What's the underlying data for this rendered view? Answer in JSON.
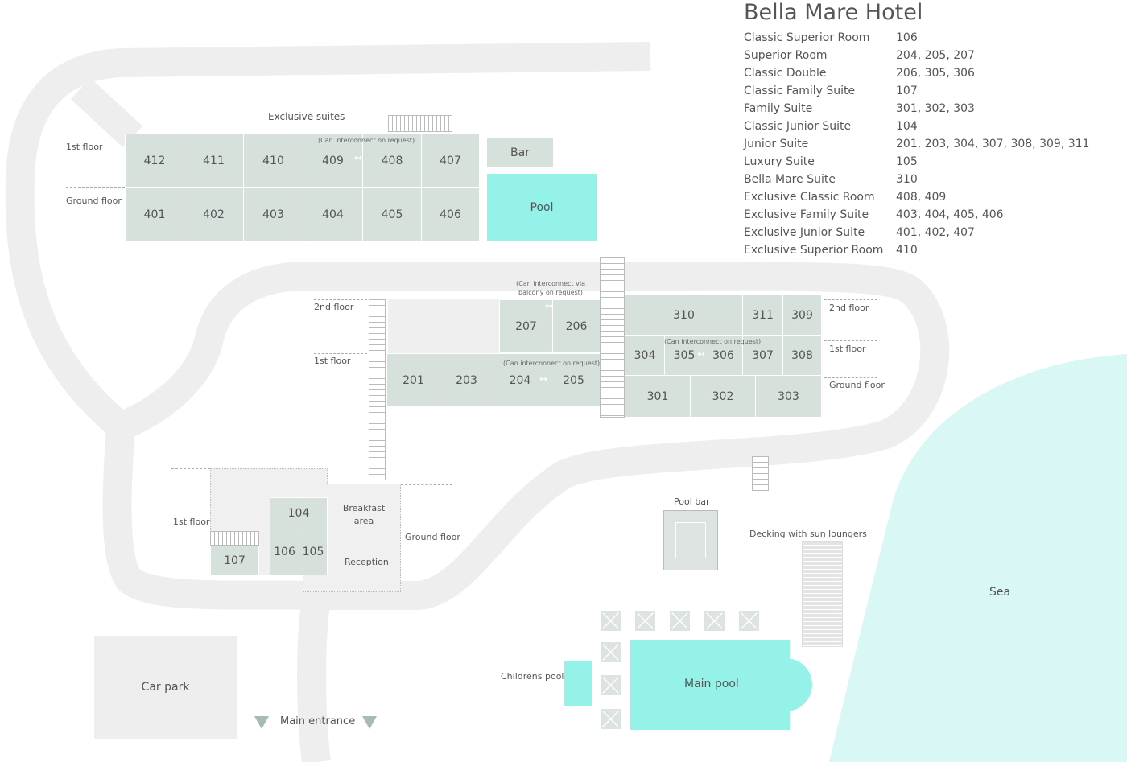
{
  "legend": {
    "title": "Bella Mare Hotel",
    "rows": [
      {
        "type": "Classic Superior Room",
        "rooms": "106"
      },
      {
        "type": "Superior Room",
        "rooms": "204, 205, 207"
      },
      {
        "type": "Classic Double",
        "rooms": "206, 305, 306"
      },
      {
        "type": "Classic Family Suite",
        "rooms": "107"
      },
      {
        "type": "Family Suite",
        "rooms": "301, 302, 303"
      },
      {
        "type": "Classic Junior Suite",
        "rooms": "104"
      },
      {
        "type": "Junior Suite",
        "rooms": "201, 203, 304, 307, 308, 309, 311"
      },
      {
        "type": "Luxury Suite",
        "rooms": "105"
      },
      {
        "type": "Bella Mare Suite",
        "rooms": "310"
      },
      {
        "type": "Exclusive Classic Room",
        "rooms": "408, 409"
      },
      {
        "type": "Exclusive Family Suite",
        "rooms": "403, 404, 405, 406"
      },
      {
        "type": "Exclusive Junior Suite",
        "rooms": "401, 402, 407"
      },
      {
        "type": "Exclusive Superior Room",
        "rooms": "410"
      }
    ]
  },
  "b4": {
    "title": "Exclusive suites",
    "first": "1st floor",
    "ground": "Ground floor",
    "note": "(Can interconnect on request)",
    "rooms": [
      "412",
      "411",
      "410",
      "409",
      "408",
      "407",
      "401",
      "402",
      "403",
      "404",
      "405",
      "406"
    ]
  },
  "facilities": {
    "bar": "Bar",
    "pool": "Pool",
    "pool_bar": "Pool bar",
    "decking": "Decking with sun loungers",
    "sea": "Sea",
    "main_pool": "Main pool",
    "childrens_pool": "Childrens pool",
    "car_park": "Car park",
    "main_entrance": "Main entrance",
    "breakfast": "Breakfast area",
    "reception": "Reception"
  },
  "b2": {
    "second": "2nd floor",
    "first": "1st floor",
    "note_balcony": "(Can interconnect via balcony on request)",
    "note": "(Can interconnect on request)",
    "rooms": [
      "207",
      "206",
      "201",
      "203",
      "204",
      "205"
    ]
  },
  "b3": {
    "second": "2nd floor",
    "first": "1st floor",
    "ground": "Ground floor",
    "note": "(Can interconnect on request)",
    "rooms": [
      "310",
      "311",
      "309",
      "304",
      "305",
      "306",
      "307",
      "308",
      "301",
      "302",
      "303"
    ]
  },
  "b1": {
    "first": "1st floor",
    "ground": "Ground floor",
    "rooms": [
      "104",
      "107",
      "106",
      "105"
    ]
  },
  "colors": {
    "room": "#d6e1dc",
    "pool": "#94f2e8",
    "sea": "#d8f7f5",
    "road": "#eeeeee"
  }
}
